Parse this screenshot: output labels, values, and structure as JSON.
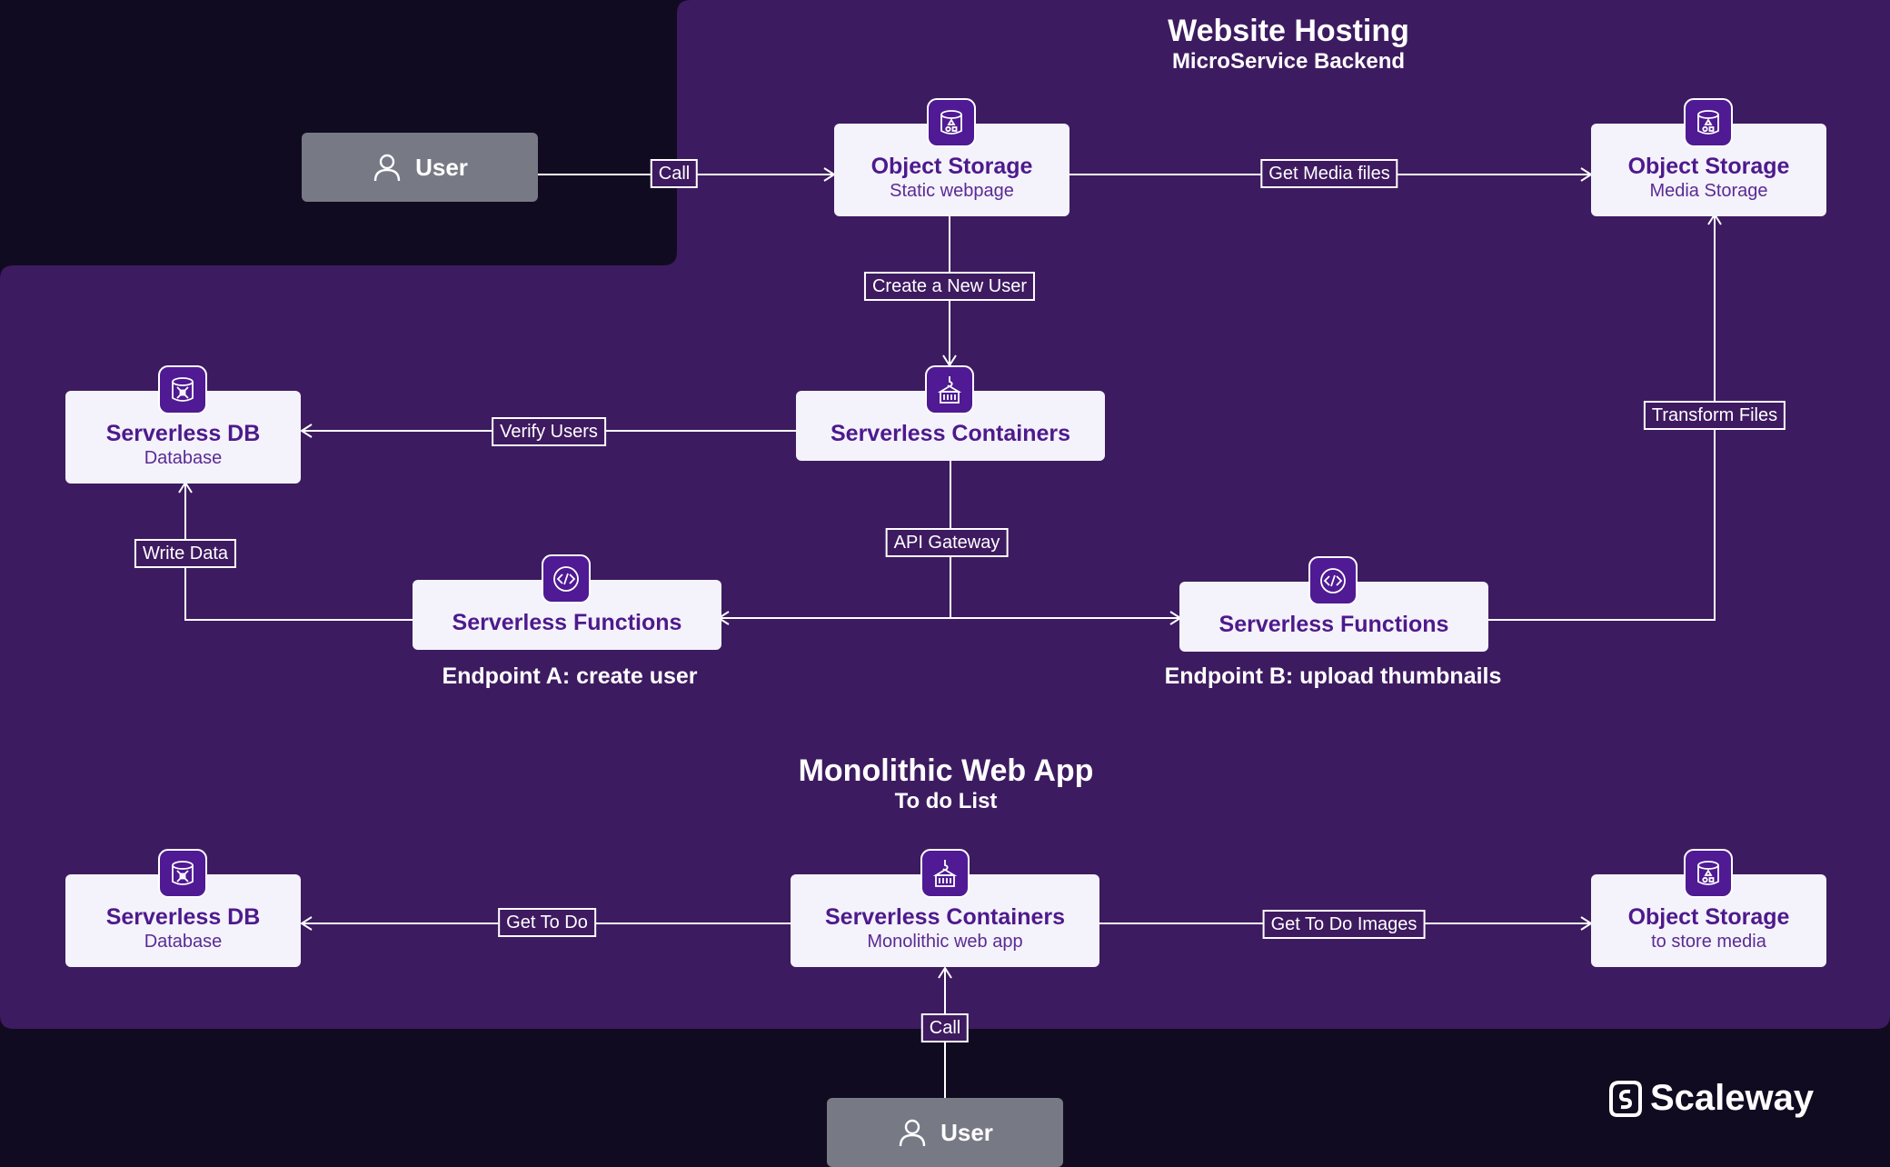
{
  "colors": {
    "page_background": "#110b21",
    "panel_background": "#3d1b60",
    "node_background": "#f4f2fb",
    "node_text": "#4d1a8c",
    "icon_background": "#4f1a93",
    "user_background": "#777a85",
    "edge": "#ffffff"
  },
  "sections": {
    "microservice": {
      "title": "Website Hosting",
      "subtitle": "MicroService Backend"
    },
    "monolithic": {
      "title": "Monolithic Web App",
      "subtitle": "To do List"
    }
  },
  "nodes": {
    "user_top": {
      "label": "User",
      "icon": "user-icon"
    },
    "os_static": {
      "title": "Object Storage",
      "subtitle": "Static webpage",
      "icon": "object-storage-icon"
    },
    "os_media": {
      "title": "Object Storage",
      "subtitle": "Media Storage",
      "icon": "object-storage-icon"
    },
    "db_top": {
      "title": "Serverless DB",
      "subtitle": "Database",
      "icon": "database-icon"
    },
    "containers_top": {
      "title": "Serverless Containers",
      "icon": "containers-icon"
    },
    "func_a": {
      "title": "Serverless Functions",
      "icon": "functions-icon"
    },
    "func_b": {
      "title": "Serverless Functions",
      "icon": "functions-icon"
    },
    "db_bottom": {
      "title": "Serverless DB",
      "subtitle": "Database",
      "icon": "database-icon"
    },
    "containers_bottom": {
      "title": "Serverless Containers",
      "subtitle": "Monolithic web app",
      "icon": "containers-icon"
    },
    "os_bottom": {
      "title": "Object Storage",
      "subtitle": "to store media",
      "icon": "object-storage-icon"
    },
    "user_bottom": {
      "label": "User",
      "icon": "user-icon"
    }
  },
  "captions": {
    "endpoint_a": "Endpoint A: create user",
    "endpoint_b": "Endpoint B: upload thumbnails"
  },
  "edges": [
    {
      "from": "user_top",
      "to": "os_static",
      "label": "Call"
    },
    {
      "from": "os_static",
      "to": "os_media",
      "label": "Get Media files"
    },
    {
      "from": "os_static",
      "to": "containers_top",
      "label": "Create a New User"
    },
    {
      "from": "containers_top",
      "to": "db_top",
      "label": "Verify Users"
    },
    {
      "from": "func_b",
      "to": "os_media",
      "label": "Transform Files"
    },
    {
      "from": "func_a",
      "to": "db_top",
      "label": "Write Data"
    },
    {
      "from": "containers_top",
      "to": [
        "func_a",
        "func_b"
      ],
      "label": "API Gateway"
    },
    {
      "from": "containers_bottom",
      "to": "db_bottom",
      "label": "Get To Do"
    },
    {
      "from": "containers_bottom",
      "to": "os_bottom",
      "label": "Get To Do Images"
    },
    {
      "from": "user_bottom",
      "to": "containers_bottom",
      "label": "Call"
    }
  ],
  "brand": {
    "name": "Scaleway",
    "icon": "scaleway-logo-icon"
  }
}
